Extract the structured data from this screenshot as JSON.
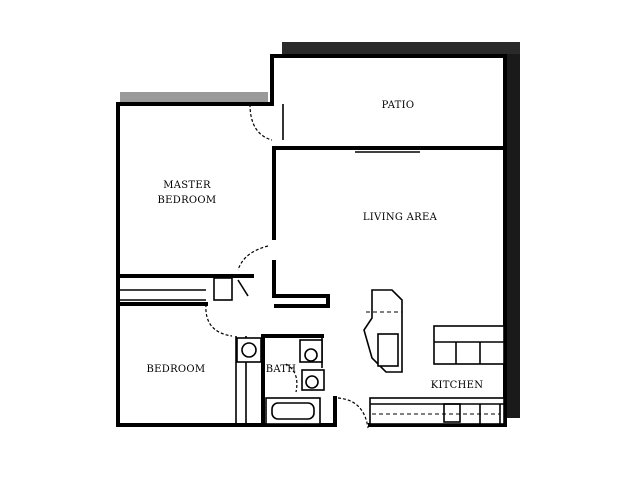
{
  "rooms": {
    "patio": "PATIO",
    "master_bedroom_line1": "MASTER",
    "master_bedroom_line2": "BEDROOM",
    "living_area": "LIVING AREA",
    "bedroom": "BEDROOM",
    "bath": "BATH",
    "kitchen": "KITCHEN"
  },
  "colors": {
    "wall": "#000000",
    "shadow": "#2a2a2a",
    "background": "#ffffff"
  }
}
